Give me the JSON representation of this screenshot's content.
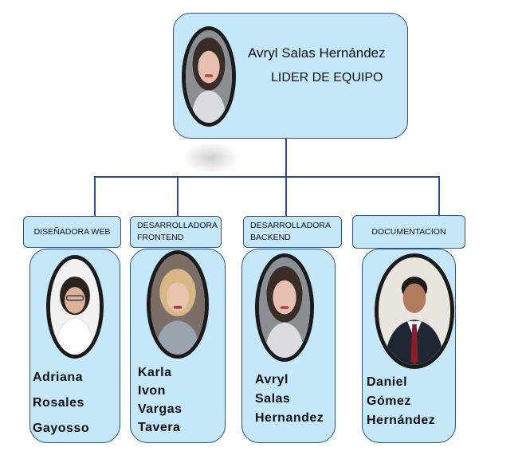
{
  "leader": {
    "name": "Avryl Salas Hernández",
    "role": "LIDER DE EQUIPO"
  },
  "members": [
    {
      "role": "DISEÑADORA WEB",
      "name_lines": [
        "Adriana",
        "Rosales",
        "Gayosso"
      ]
    },
    {
      "role": "DESARROLLADORA FRONTEND",
      "name_lines": [
        "Karla",
        "Ivon",
        "Vargas",
        "Tavera"
      ]
    },
    {
      "role": "DESARROLLADORA BACKEND",
      "name_lines": [
        "Avryl",
        "Salas",
        "Hernandez"
      ]
    },
    {
      "role": "DOCUMENTACION",
      "name_lines": [
        "Daniel",
        "Gómez",
        "Hernández"
      ]
    }
  ],
  "colors": {
    "box_fill": "#c5e7fa",
    "border": "#2d4f8a",
    "connector": "#2d4f8a"
  }
}
